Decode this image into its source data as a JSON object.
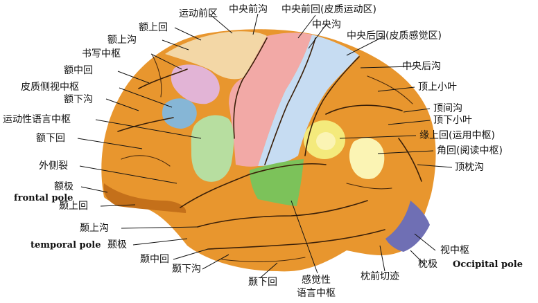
{
  "labels": {
    "motor_area": "运动前区",
    "precentral_sulcus": "中央前沟",
    "precentral_gyrus": "中央前回(皮质运动区)",
    "superior_frontal_gyrus": "额上回",
    "superior_frontal_sulcus": "额上沟",
    "central_sulcus": "中央沟",
    "writing_center": "书写中枢",
    "postcentral_gyrus": "中央后回(皮质感觉区)",
    "middle_frontal_gyrus": "额中回",
    "postcentral_sulcus": "中央后沟",
    "visual_word_center": "皮质侧视中枢",
    "superior_parietal_lobule": "顶上小叶",
    "inferior_frontal_sulcus": "额下沟",
    "intraparietal_sulcus": "顶间沟",
    "motor_speech_center": "运动性语言中枢",
    "inferior_parietal_lobule": "顶下小叶",
    "supramarginal_gyrus": "缘上回(运用中枢)",
    "inferior_frontal_gyrus": "额下回",
    "angular_gyrus": "角回(阅读中枢)",
    "lateral_sulcus": "外侧裂",
    "parieto_occipital_sulcus": "顶枕沟",
    "frontal_pole": "额极",
    "frontal_pole_en": "frontal pole",
    "superior_temporal_gyrus": "颞上回",
    "superior_temporal_sulcus": "颞上沟",
    "temporal_pole_en": "temporal pole",
    "temporal_pole": "颞极",
    "middle_temporal_gyrus": "颞中回",
    "inferior_temporal_sulcus": "颞下沟",
    "inferior_temporal_gyrus": "颞下回",
    "sensory_speech_center_1": "感觉性",
    "sensory_speech_center_2": "语言中枢",
    "preoccipital_notch": "枕前切迹",
    "visual_center": "视中枢",
    "occipital_pole": "枕极",
    "occipital_pole_en": "Occipital pole"
  },
  "colors": {
    "cortex": "#e8962e",
    "cortex_shadow": "#c4701a",
    "motor_area": "#f3d7a6",
    "precentral": "#f2a9a6",
    "postcentral": "#c6dcf2",
    "writing": "#e2b4d6",
    "lateral_view": "#86b6d6",
    "broca": "#b7dea0",
    "wernicke": "#7cc25a",
    "supramarginal": "#f4ea7c",
    "angular": "#fbf4b4",
    "visual": "#6f6fb4"
  }
}
